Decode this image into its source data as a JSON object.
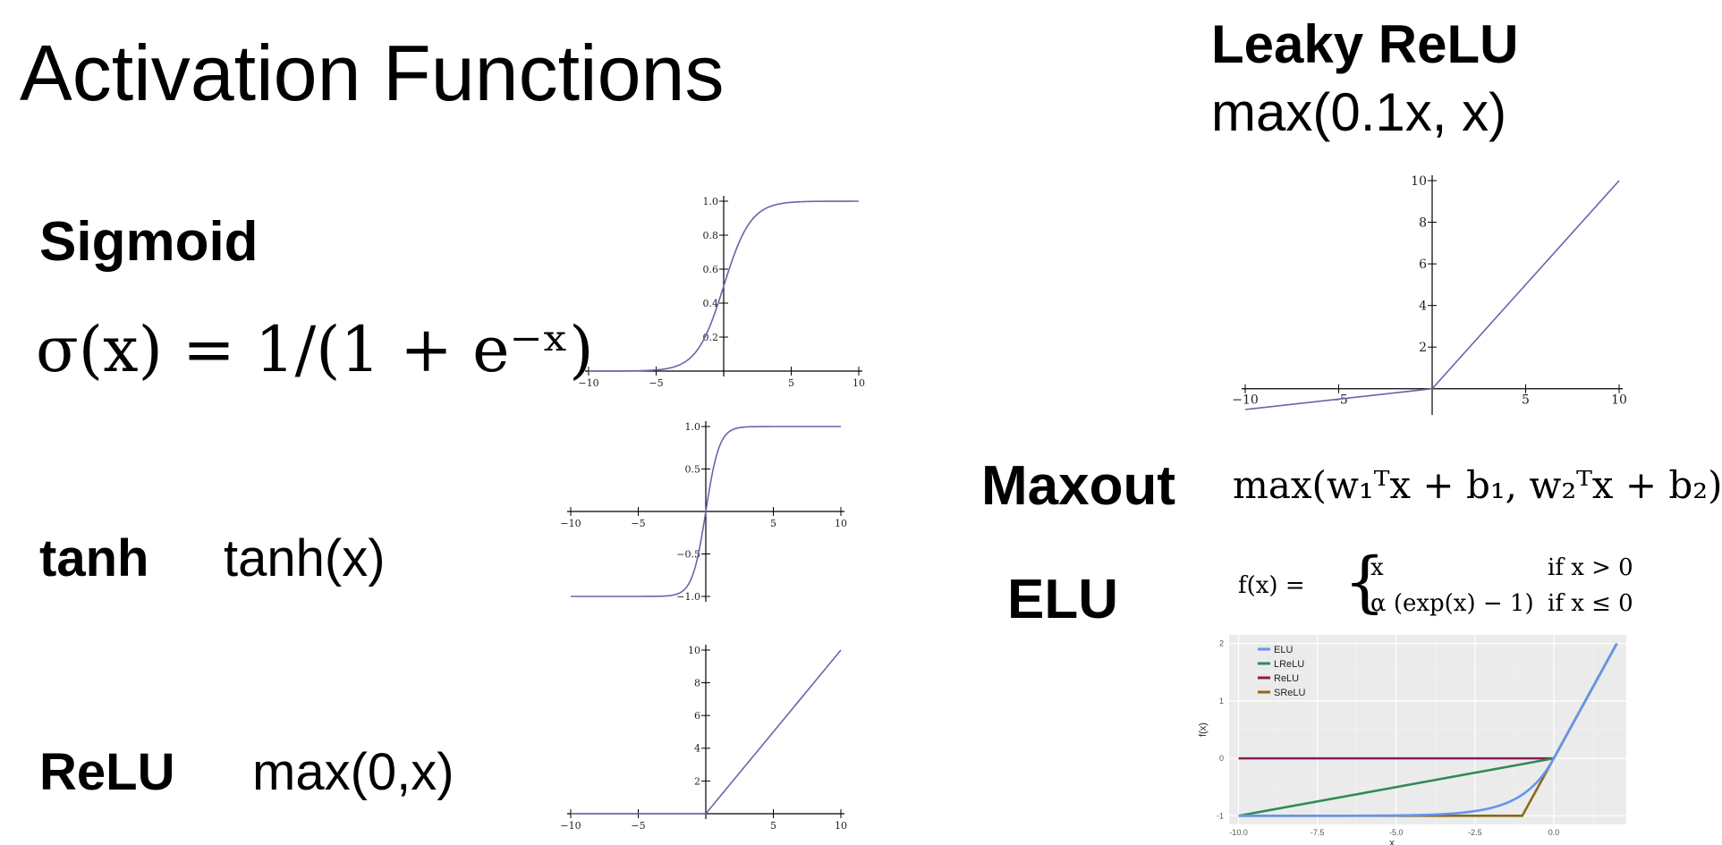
{
  "title": "Activation Functions",
  "sigmoid": {
    "name": "Sigmoid",
    "formula": "σ(x) = 1/(1 + e⁻ˣ)"
  },
  "tanh": {
    "name": "tanh",
    "formula": "tanh(x)"
  },
  "relu": {
    "name": "ReLU",
    "formula": "max(0,x)"
  },
  "leaky_relu": {
    "name": "Leaky ReLU",
    "formula": "max(0.1x, x)"
  },
  "maxout": {
    "name": "Maxout",
    "formula": "max(w₁ᵀx + b₁, w₂ᵀx + b₂)"
  },
  "elu": {
    "name": "ELU",
    "formula_lhs": "f(x) =",
    "formula_case1": "x",
    "formula_cond1": "if x > 0",
    "formula_case2": "α (exp(x) − 1)",
    "formula_cond2": "if x ≤ 0"
  },
  "chart_data": [
    {
      "type": "line",
      "function": "sigmoid",
      "x": [
        -10,
        -5,
        -3,
        -2,
        -1,
        0,
        1,
        2,
        3,
        5,
        10
      ],
      "y": [
        4.54e-05,
        0.0067,
        0.047,
        0.119,
        0.269,
        0.5,
        0.731,
        0.881,
        0.953,
        0.9933,
        0.99995
      ],
      "xlim": [
        -10,
        10
      ],
      "ylim": [
        0,
        1
      ],
      "xticks": [
        "−10",
        "−5",
        "5",
        "10"
      ],
      "yticks": [
        "0.2",
        "0.4",
        "0.6",
        "0.8",
        "1.0"
      ],
      "line_color": "#6666aa"
    },
    {
      "type": "line",
      "function": "tanh",
      "x": [
        -10,
        -5,
        -3,
        -2,
        -1,
        0,
        1,
        2,
        3,
        5,
        10
      ],
      "y": [
        -1,
        -0.9999,
        -0.995,
        -0.964,
        -0.762,
        0,
        0.762,
        0.964,
        0.995,
        0.9999,
        1
      ],
      "xlim": [
        -10,
        10
      ],
      "ylim": [
        -1,
        1
      ],
      "xticks": [
        "−10",
        "−5",
        "5",
        "10"
      ],
      "yticks": [
        "−1.0",
        "−0.5",
        "0.5",
        "1.0"
      ],
      "line_color": "#6666aa"
    },
    {
      "type": "line",
      "function": "relu",
      "x": [
        -10,
        0,
        10
      ],
      "y": [
        0,
        0,
        10
      ],
      "xlim": [
        -10,
        10
      ],
      "ylim": [
        0,
        10
      ],
      "xticks": [
        "−10",
        "−5",
        "5",
        "10"
      ],
      "yticks": [
        "2",
        "4",
        "6",
        "8",
        "10"
      ],
      "line_color": "#6666aa"
    },
    {
      "type": "line",
      "function": "leaky_relu",
      "x": [
        -10,
        0,
        10
      ],
      "y": [
        -1,
        0,
        10
      ],
      "xlim": [
        -10,
        10
      ],
      "ylim": [
        -1,
        10
      ],
      "xticks": [
        "−10",
        "−5",
        "5",
        "10"
      ],
      "yticks": [
        "2",
        "4",
        "6",
        "8",
        "10"
      ],
      "line_color": "#6666aa"
    },
    {
      "type": "line",
      "function": "elu_comparison",
      "xlabel": "x",
      "ylabel": "f(x)",
      "xlim": [
        -10,
        2
      ],
      "ylim": [
        -1,
        2
      ],
      "xticks": [
        "-10.0",
        "-7.5",
        "-5.0",
        "-2.5",
        "0.0"
      ],
      "yticks": [
        "-1",
        "0",
        "1",
        "2"
      ],
      "grid": true,
      "legend": "top-left",
      "series": [
        {
          "name": "ELU",
          "color": "#6495ed",
          "x": [
            -10,
            -6,
            -4,
            -3,
            -2,
            -1.5,
            -1,
            -0.5,
            0,
            2
          ],
          "y": [
            -1,
            -0.998,
            -0.982,
            -0.95,
            -0.865,
            -0.777,
            -0.632,
            -0.393,
            0,
            2
          ]
        },
        {
          "name": "LReLU",
          "color": "#2e8b57",
          "x": [
            -10,
            0,
            2
          ],
          "y": [
            -1,
            0,
            2
          ]
        },
        {
          "name": "ReLU",
          "color": "#8b1a55",
          "x": [
            -10,
            0
          ],
          "y": [
            0,
            0
          ]
        },
        {
          "name": "SReLU",
          "color": "#8b6914",
          "x": [
            -10,
            -1,
            0,
            2
          ],
          "y": [
            -1,
            -1,
            0,
            2
          ]
        }
      ]
    }
  ]
}
